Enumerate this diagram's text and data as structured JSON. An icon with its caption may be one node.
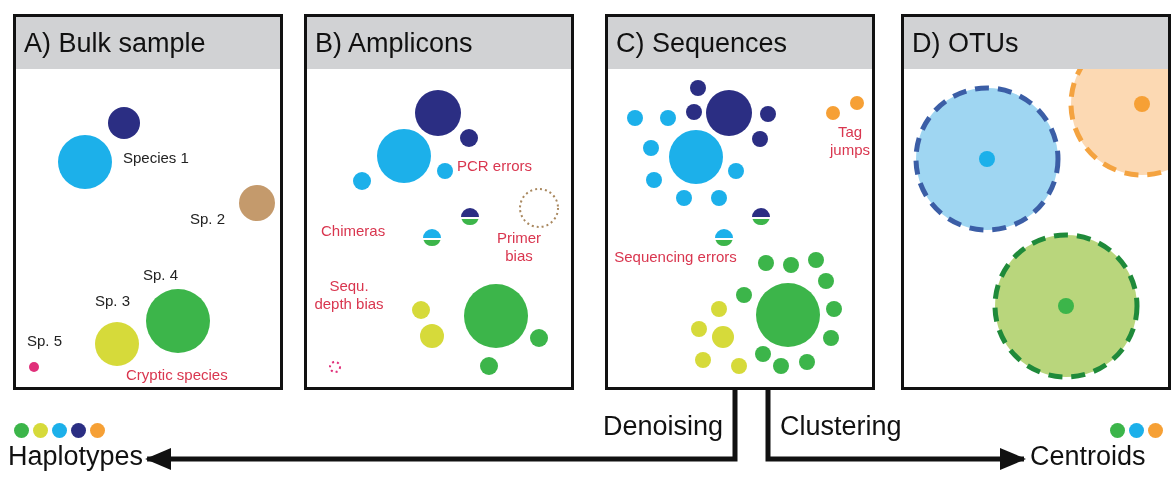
{
  "diagram": {
    "nodes": [
      {
        "text": [
          "A) Bulk sample",
          "Species 1",
          "Sp. 2",
          "Sp. 4",
          "Sp. 3",
          "Sp. 5",
          "Cryptic species"
        ]
      },
      {
        "text": [
          "B) Amplicons",
          "PCR errors",
          "Chimeras",
          "Primer bias",
          "Sequ. depth bias"
        ]
      },
      {
        "text": [
          "C) Sequences",
          "Tag jumps",
          "Sequencing errors"
        ]
      },
      {
        "text": [
          "D) OTUs"
        ]
      },
      {
        "text": [
          "Haplotypes"
        ]
      },
      {
        "text": [
          "Centroids"
        ]
      }
    ],
    "edges": [
      {
        "from": 2,
        "to": 4,
        "arrow": "to",
        "label": "Denoising"
      },
      {
        "from": 2,
        "to": 5,
        "arrow": "to",
        "label": "Clustering"
      }
    ]
  }
}
